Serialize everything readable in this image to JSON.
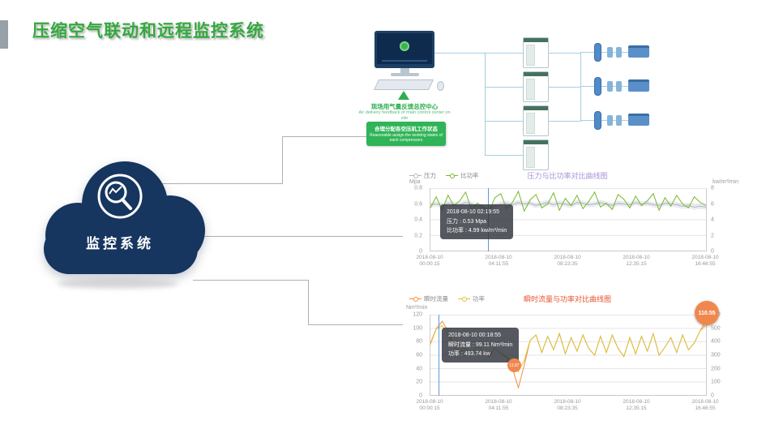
{
  "title": "压缩空气联动和远程监控系统",
  "cloud": {
    "label": "监控系统"
  },
  "icons": {
    "cloud_icon": "search-trend-magnifier",
    "diagram_arrow_icon": "up-arrow"
  },
  "colors": {
    "title_green": "#35a83f",
    "cloud_navy": "#16355f",
    "chart1_title": "#a890d8",
    "chart2_title": "#e8532e",
    "crosshair_blue": "#5b9bd5",
    "badge_orange": "#f0884e"
  },
  "diagram": {
    "feedback_cn": "现场用气量反馈总控中心",
    "feedback_en": "Air delivery feedback of main control center on site",
    "assign_cn": "合理分配各空压机工作状态",
    "assign_en": "Reasonable assign the working states of each compressors"
  },
  "chart_data": [
    {
      "type": "line",
      "title": "压力与比功率对比曲线图",
      "title_color": "#a890d8",
      "legend": [
        {
          "label": "压力",
          "color": "#b0b6c8"
        },
        {
          "label": "比功率",
          "color": "#76b82a"
        }
      ],
      "y_left": {
        "label": "Mpa",
        "min": 0,
        "max": 0.8,
        "ticks": [
          "0.8",
          "0.6",
          "0.4",
          "0.2",
          "0"
        ]
      },
      "y_right": {
        "label": "kw/m³/min",
        "min": 0,
        "max": 8,
        "ticks": [
          "8",
          "6",
          "4",
          "2",
          "0"
        ]
      },
      "x_ticks": [
        [
          "2018-08-10",
          "00:00:15"
        ],
        [
          "2018-08-10",
          "04:11:55"
        ],
        [
          "2018-08-10",
          "08:23:35"
        ],
        [
          "2018-08-10",
          "12:35:15"
        ],
        [
          "2018-08-10",
          "16:46:55"
        ]
      ],
      "cursor_pos": 0.21,
      "tooltip": {
        "title": "2018-08-10 02:19:55",
        "rows": [
          "压力 : 0.53 Mpa",
          "比功率 : 4.99 kw/m³/min"
        ]
      },
      "series": [
        {
          "name": "压力",
          "axis": "left",
          "color": "#b0b6c8",
          "band": 0.035,
          "values": [
            0.59,
            0.6,
            0.58,
            0.61,
            0.6,
            0.59,
            0.62,
            0.6,
            0.57,
            0.55,
            0.53,
            0.58,
            0.6,
            0.61,
            0.59,
            0.62,
            0.6,
            0.61,
            0.58,
            0.6,
            0.62,
            0.59,
            0.61,
            0.6,
            0.58,
            0.62,
            0.61,
            0.59,
            0.6,
            0.62,
            0.6,
            0.58,
            0.61,
            0.6,
            0.59,
            0.62,
            0.6,
            0.61,
            0.59,
            0.58,
            0.61,
            0.6,
            0.59,
            0.57,
            0.58,
            0.56,
            0.57,
            0.56
          ]
        },
        {
          "name": "比功率",
          "axis": "right",
          "color": "#76b82a",
          "values": [
            5.5,
            6.9,
            5.2,
            7.1,
            5.8,
            6.4,
            7.5,
            5.3,
            6.1,
            5.6,
            4.99,
            6.8,
            7.3,
            5.4,
            6.2,
            7.6,
            5.1,
            6.5,
            7.2,
            5.5,
            6.0,
            7.4,
            5.2,
            6.7,
            5.8,
            7.1,
            5.4,
            6.3,
            7.5,
            5.6,
            6.1,
            5.3,
            7.2,
            6.6,
            5.5,
            7.0,
            5.8,
            6.4,
            7.3,
            5.2,
            6.8,
            5.7,
            7.1,
            6.0,
            5.5,
            6.9,
            6.2,
            5.8
          ]
        }
      ]
    },
    {
      "type": "line",
      "title": "瞬时流量与功率对比曲线图",
      "title_color": "#e8532e",
      "legend": [
        {
          "label": "瞬时流量",
          "color": "#ef8f3c"
        },
        {
          "label": "功率",
          "color": "#d9c33e"
        }
      ],
      "y_left": {
        "label": "Nm³/min",
        "min": 0,
        "max": 120,
        "ticks": [
          "120",
          "100",
          "80",
          "60",
          "40",
          "20",
          "0"
        ]
      },
      "y_right": {
        "label": "",
        "min": 0,
        "max": 600,
        "ticks": [
          "600",
          "500",
          "400",
          "300",
          "200",
          "100",
          "0"
        ]
      },
      "x_ticks": [
        [
          "2018-08-10",
          "00:00:15"
        ],
        [
          "2018-08-10",
          "04:11:55"
        ],
        [
          "2018-08-10",
          "08:23:35"
        ],
        [
          "2018-08-10",
          "12:35:15"
        ],
        [
          "2018-08-10",
          "16:46:55"
        ]
      ],
      "cursor_pos": 0.03,
      "tooltip": {
        "title": "2018-08-10 00:18:55",
        "rows": [
          "瞬时流量 : 99.11 Nm³/min",
          "功率 : 493.74 kw"
        ]
      },
      "max_badge": "110.55",
      "min_label": "11.87",
      "series": [
        {
          "name": "瞬时流量",
          "axis": "left",
          "color": "#ef8f3c",
          "values": [
            78,
            99.11,
            110,
            96,
            72,
            65,
            70,
            62,
            74,
            66,
            58,
            70,
            63,
            56,
            40,
            11.87,
            45,
            82,
            90,
            64,
            88,
            68,
            92,
            62,
            86,
            66,
            90,
            70,
            60,
            88,
            64,
            90,
            70,
            58,
            86,
            62,
            88,
            66,
            92,
            60,
            72,
            86,
            64,
            90,
            68,
            78,
            96,
            110.55
          ]
        },
        {
          "name": "功率",
          "axis": "right",
          "color": "#d9c33e",
          "values": [
            380,
            493.74,
            520,
            450,
            360,
            320,
            350,
            310,
            370,
            330,
            300,
            350,
            315,
            290,
            240,
            180,
            260,
            410,
            450,
            320,
            440,
            340,
            460,
            310,
            430,
            330,
            450,
            350,
            300,
            440,
            320,
            450,
            350,
            290,
            430,
            310,
            440,
            330,
            460,
            300,
            360,
            430,
            320,
            450,
            340,
            390,
            480,
            520
          ]
        }
      ]
    }
  ]
}
